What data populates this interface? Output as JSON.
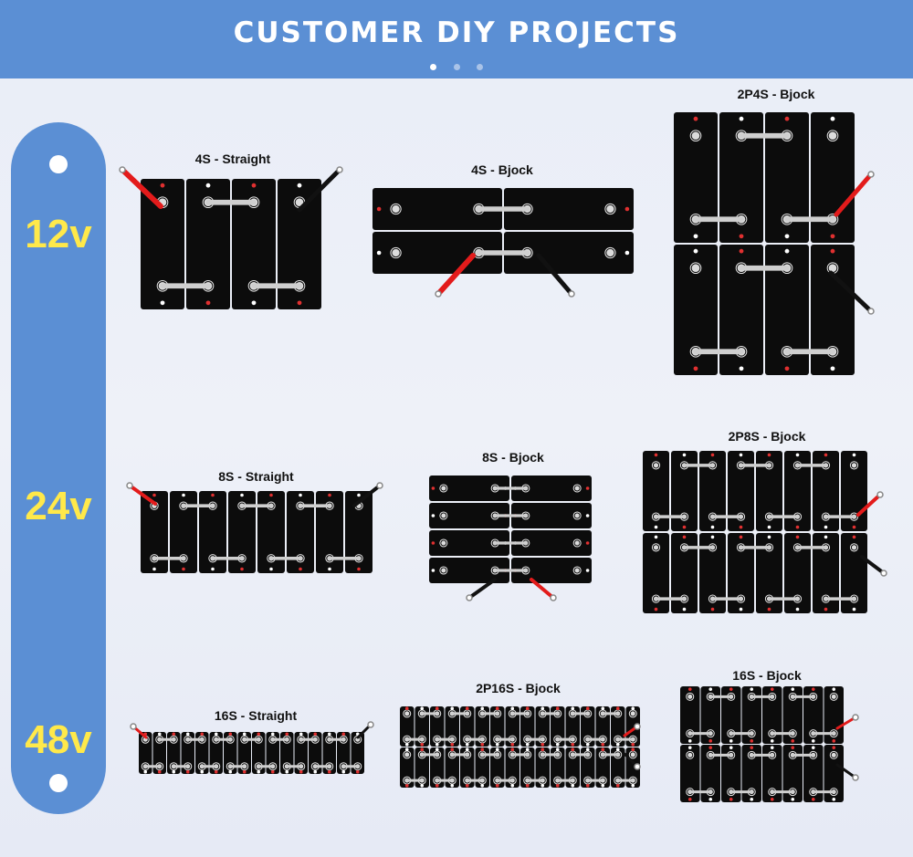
{
  "header": {
    "title": "CUSTOMER DIY PROJECTS",
    "dots": 3,
    "active_dot": 0
  },
  "voltages": [
    "12v",
    "24v",
    "48v"
  ],
  "colors": {
    "header_bg": "#5b8fd4",
    "voltage_text": "#ffe94a",
    "cell": "#0c0c0c",
    "bus_bar": "#cfcfcf",
    "positive_cable": "#e31b1b",
    "negative_cable": "#111111"
  },
  "diagrams": [
    {
      "id": "d-4s-straight",
      "label": "4S - Straight"
    },
    {
      "id": "d-4s-bjock",
      "label": "4S - Bjock"
    },
    {
      "id": "d-2p4s-bjock",
      "label": "2P4S - Bjock"
    },
    {
      "id": "d-8s-straight",
      "label": "8S - Straight"
    },
    {
      "id": "d-8s-bjock",
      "label": "8S - Bjock"
    },
    {
      "id": "d-2p8s-bjock",
      "label": "2P8S - Bjock"
    },
    {
      "id": "d-16s-straight",
      "label": "16S - Straight"
    },
    {
      "id": "d-2p16s-bjock",
      "label": "2P16S - Bjock"
    },
    {
      "id": "d-16s-bjock",
      "label": "16S - Bjock"
    }
  ]
}
